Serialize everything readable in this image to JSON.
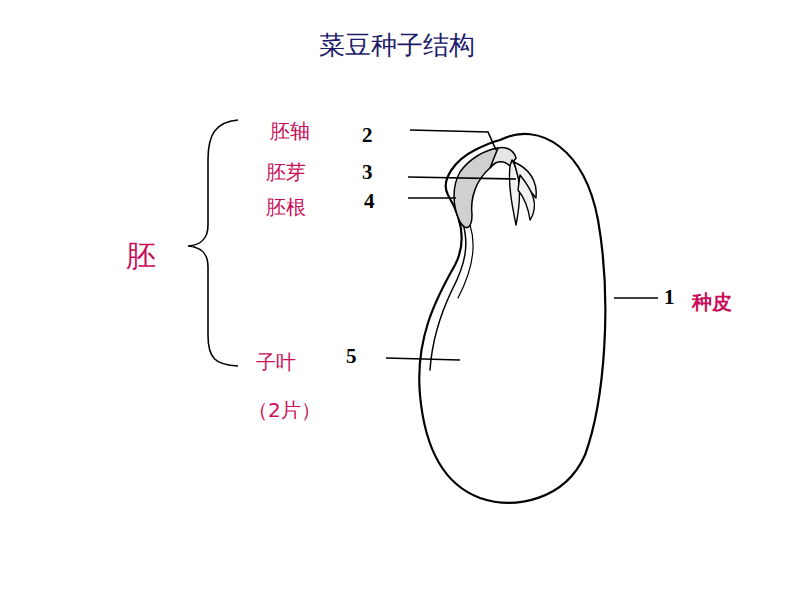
{
  "diagram": {
    "title": "菜豆种子结构",
    "labels": [
      "胚轴",
      "2",
      "胚芽",
      "3",
      "胚根",
      "4",
      "胚",
      "1",
      "种皮",
      "子叶",
      "5",
      "（2片）"
    ]
  }
}
